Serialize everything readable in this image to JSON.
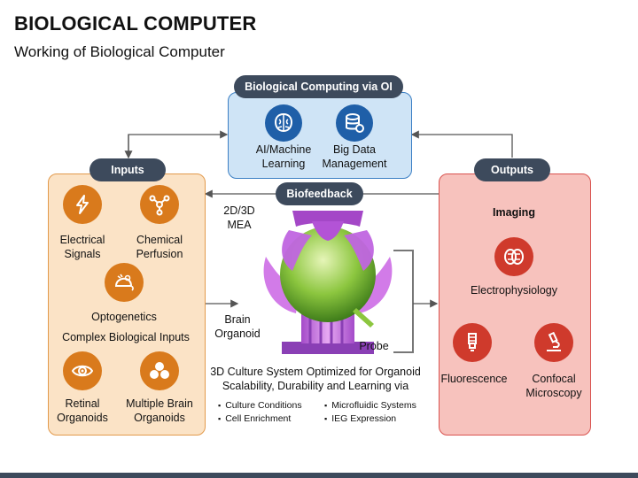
{
  "header": {
    "title": "BIOLOGICAL COMPUTER",
    "subtitle": "Working of Biological Computer"
  },
  "oi": {
    "title": "Biological Computing via OI",
    "items": [
      {
        "label": "AI/Machine Learning",
        "line1": "AI/Machine",
        "line2": "Learning",
        "icon": "brain-circuit-icon"
      },
      {
        "label": "Big Data Management",
        "line1": "Big Data",
        "line2": "Management",
        "icon": "database-gear-icon"
      }
    ]
  },
  "inputs": {
    "title": "Inputs",
    "electrical": {
      "line1": "Electrical",
      "line2": "Signals"
    },
    "chemical": {
      "line1": "Chemical",
      "line2": "Perfusion"
    },
    "optogenetics": "Optogenetics",
    "complex_label": "Complex Biological Inputs",
    "retinal": {
      "line1": "Retinal",
      "line2": "Organoids"
    },
    "multiple": {
      "line1": "Multiple Brain",
      "line2": "Organoids"
    }
  },
  "biofeedback": "Biofeedback",
  "center": {
    "mea": {
      "line1": "2D/3D",
      "line2": "MEA"
    },
    "brain": {
      "line1": "Brain",
      "line2": "Organoid"
    },
    "probe": "Probe",
    "culture_line1": "3D Culture System Optimized for Organoid",
    "culture_line2": "Scalability, Durability and Learning via",
    "bullets": [
      "Culture Conditions",
      "Microfluidic Systems",
      "Cell Enrichment",
      "IEG Expression"
    ]
  },
  "outputs": {
    "title": "Outputs",
    "imaging": "Imaging",
    "electrophysiology": "Electrophysiology",
    "fluorescence": "Fluorescence",
    "confocal": {
      "line1": "Confocal",
      "line2": "Microscopy"
    }
  },
  "colors": {
    "dark": "#3d4a5c",
    "blue_icon": "#1f5fa8",
    "orange_icon": "#d97a1c",
    "red_icon": "#cf3a2c"
  }
}
